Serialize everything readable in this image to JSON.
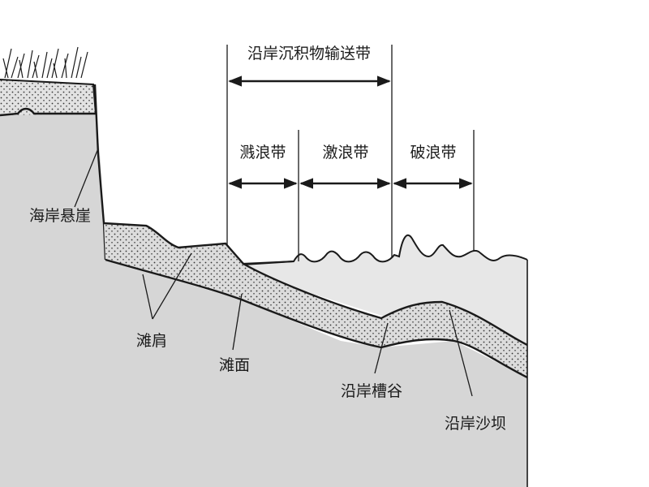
{
  "labels": {
    "transport_zone": "沿岸沉积物输送带",
    "swash_zone": "溅浪带",
    "surf_zone": "激浪带",
    "breaker_zone": "破浪带",
    "sea_cliff": "海岸悬崖",
    "berm": "滩肩",
    "beach_face": "滩面",
    "trough": "沿岸槽谷",
    "bar": "沿岸沙坝"
  },
  "colors": {
    "land": "#d6d6d6",
    "sediment": "#dcdcdc",
    "water": "#e7e7e7",
    "line": "#1a1a1a"
  }
}
